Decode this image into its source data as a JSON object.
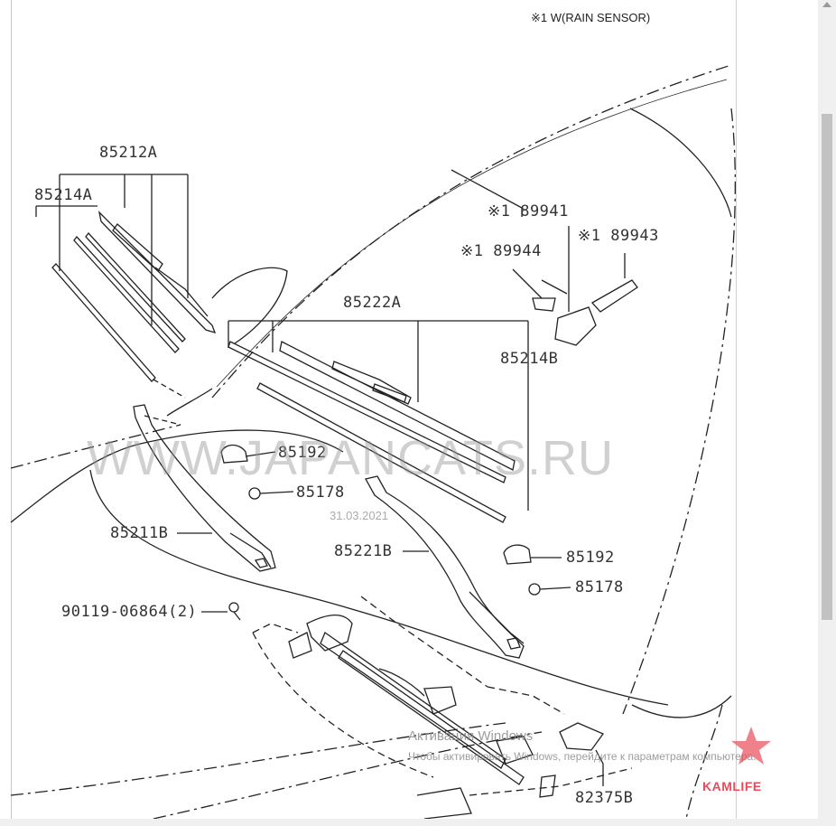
{
  "note": "※1 W(RAIN SENSOR)",
  "parts": {
    "p85212A": "85212A",
    "p85214A": "85214A",
    "p85222A": "85222A",
    "p85214B": "85214B",
    "p89941": "※1 89941",
    "p89944": "※1 89944",
    "p89943": "※1 89943",
    "p85192a": "85192",
    "p85178a": "85178",
    "p85211B": "85211B",
    "p85221B": "85221B",
    "p85192b": "85192",
    "p85178b": "85178",
    "p90119": "90119-06864(2)",
    "p82375B": "82375B"
  },
  "watermark": {
    "site": "WWW.JAPANCATS.RU",
    "date": "31.03.2021"
  },
  "activation": {
    "title": "Активация Windows",
    "text": "Чтобы активировать Windows, перейдите к параметрам компьютера."
  },
  "logo": "KAMLIFE",
  "colors": {
    "line": "#222222",
    "label": "#333333",
    "logo": "#e84b5a"
  }
}
